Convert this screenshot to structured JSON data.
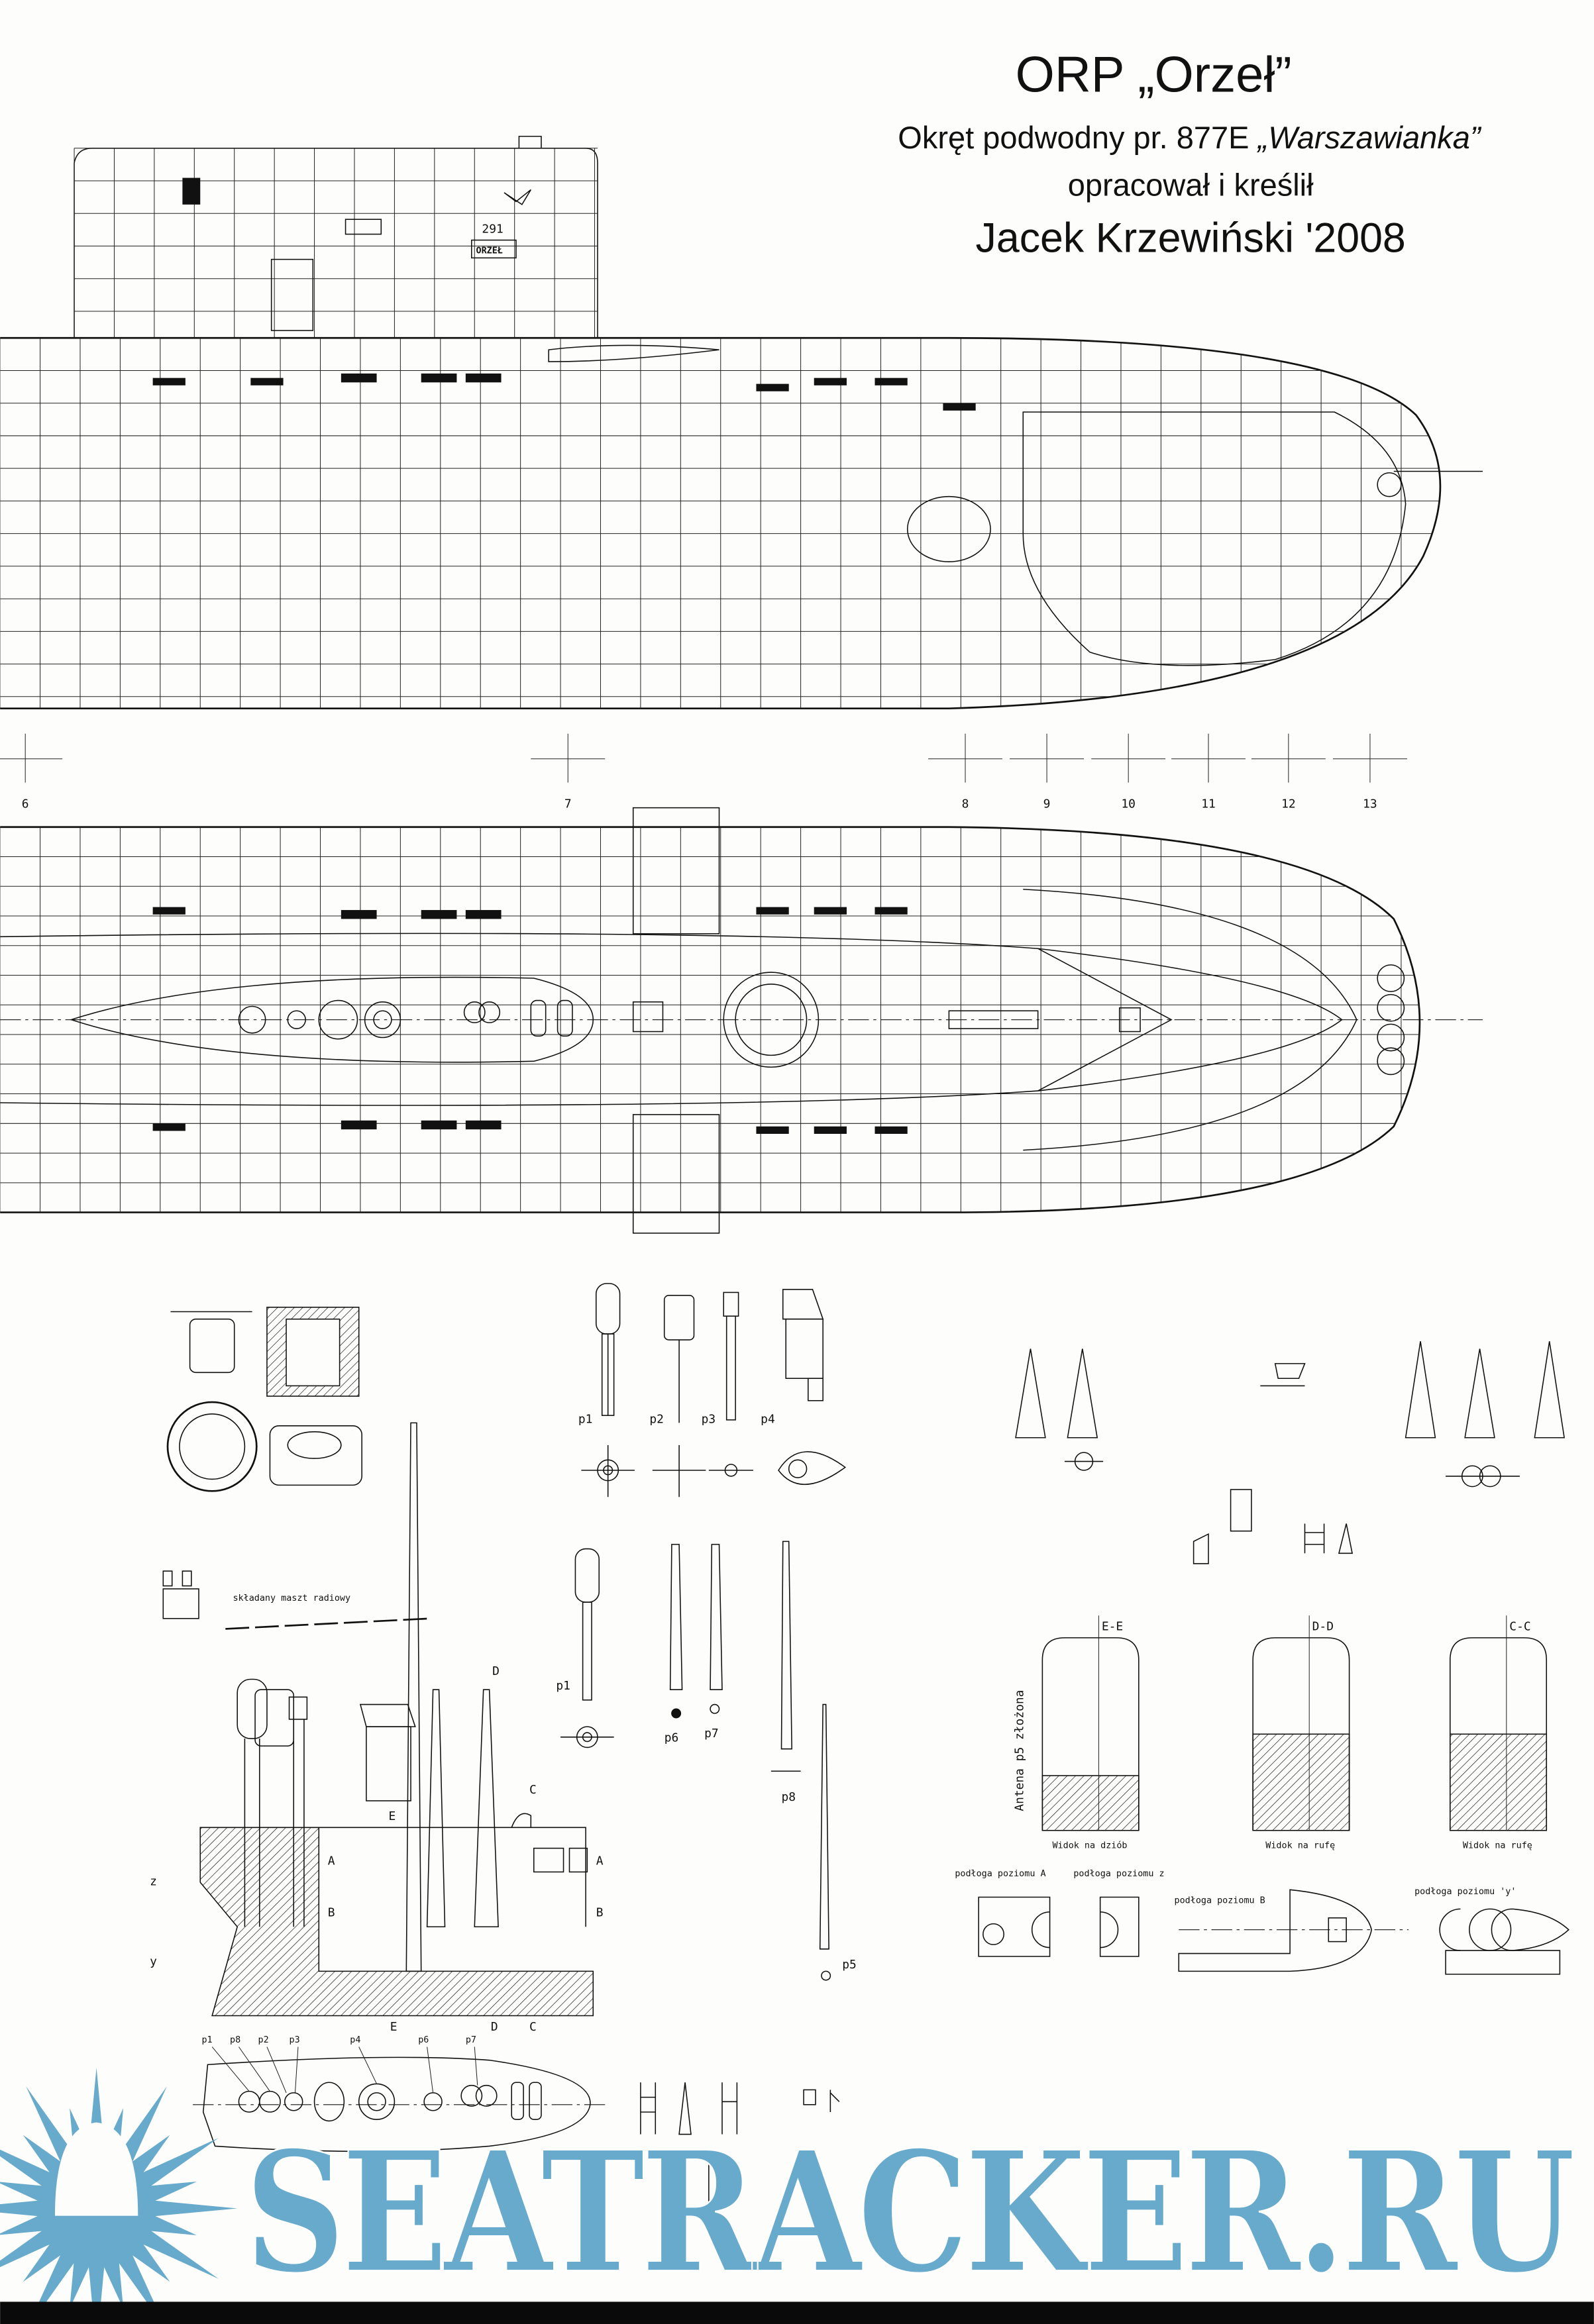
{
  "title": {
    "main": "ORP „Orzeł”",
    "subtitle_prefix": "Okręt podwodny pr. 877E ",
    "subtitle_class": "„Warszawianka”",
    "credit_line": "opracował i kreślił",
    "author": "Jacek Krzewiński '2008"
  },
  "sail_markings": {
    "hull_number": "291",
    "name_plate": "ORZEŁ"
  },
  "frame_numbers": [
    "6",
    "7",
    "8",
    "9",
    "10",
    "11",
    "12",
    "13"
  ],
  "periscopes": {
    "top_row": [
      "p1",
      "p2",
      "p3",
      "p4"
    ],
    "second_row": [
      "p1",
      "p6",
      "p7",
      "p8"
    ],
    "p5": "p5"
  },
  "mast_label": "składany maszt radiowy",
  "section_markers": {
    "A": "A",
    "B": "B",
    "C": "C",
    "D": "D",
    "E": "E",
    "z": "z",
    "y": "y"
  },
  "sections": [
    {
      "id": "E-E",
      "caption": "Widok na dziób"
    },
    {
      "id": "D-D",
      "caption": "Widok na rufę"
    },
    {
      "id": "C-C",
      "caption": "Widok na rufę"
    }
  ],
  "antenna_note": "Antena p5 złożona",
  "floor_labels": [
    "podłoga poziomu A",
    "podłoga poziomu z",
    "podłoga poziomu B",
    "podłoga poziomu 'y'"
  ],
  "plan_labels": [
    "p1",
    "p8",
    "p2",
    "p3",
    "p4",
    "p6",
    "p7"
  ],
  "watermark": "SEATRACKER.RU",
  "colors": {
    "ink": "#111111",
    "paper": "#fdfdfb",
    "watermark": "#67aacb"
  }
}
